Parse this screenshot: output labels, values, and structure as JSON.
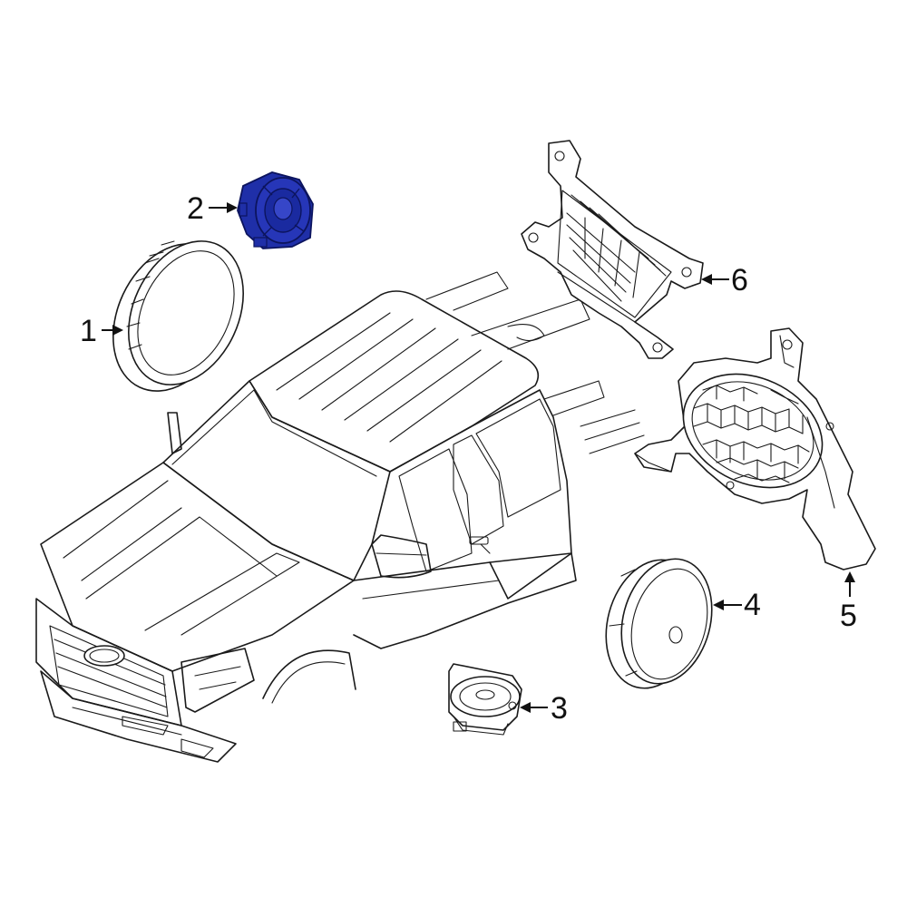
{
  "colors": {
    "line": "#1a1a1a",
    "background": "#ffffff",
    "highlight": "#1f2fa8",
    "highlight_dark": "#0c145e"
  },
  "callouts": [
    {
      "id": 1,
      "label": "1"
    },
    {
      "id": 2,
      "label": "2"
    },
    {
      "id": 3,
      "label": "3"
    },
    {
      "id": 4,
      "label": "4"
    },
    {
      "id": 5,
      "label": "5"
    },
    {
      "id": 6,
      "label": "6"
    }
  ],
  "highlighted_part": "2"
}
